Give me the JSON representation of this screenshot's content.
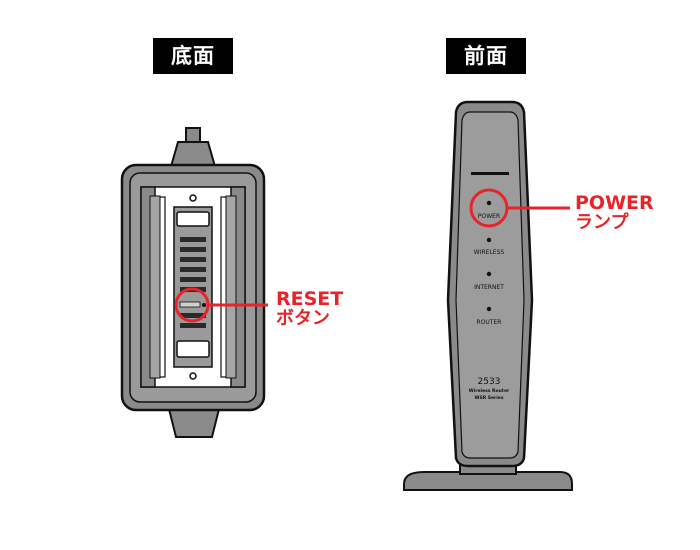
{
  "headings": {
    "bottom": "底面",
    "front": "前面"
  },
  "callouts": {
    "reset": {
      "line1": "RESET",
      "line2": "ボタン"
    },
    "power": {
      "line1": "POWER",
      "line2": "ランプ"
    }
  },
  "front_panel": {
    "led_labels": [
      "POWER",
      "WIRELESS",
      "INTERNET",
      "ROUTER"
    ],
    "model_number": "2533",
    "model_line1": "Wireless Router",
    "model_line2": "WSR Series"
  },
  "colors": {
    "accent": "#e8232a",
    "device_body": "#8a8a8a",
    "device_dark": "#5a5a5a",
    "outline": "#111111"
  }
}
